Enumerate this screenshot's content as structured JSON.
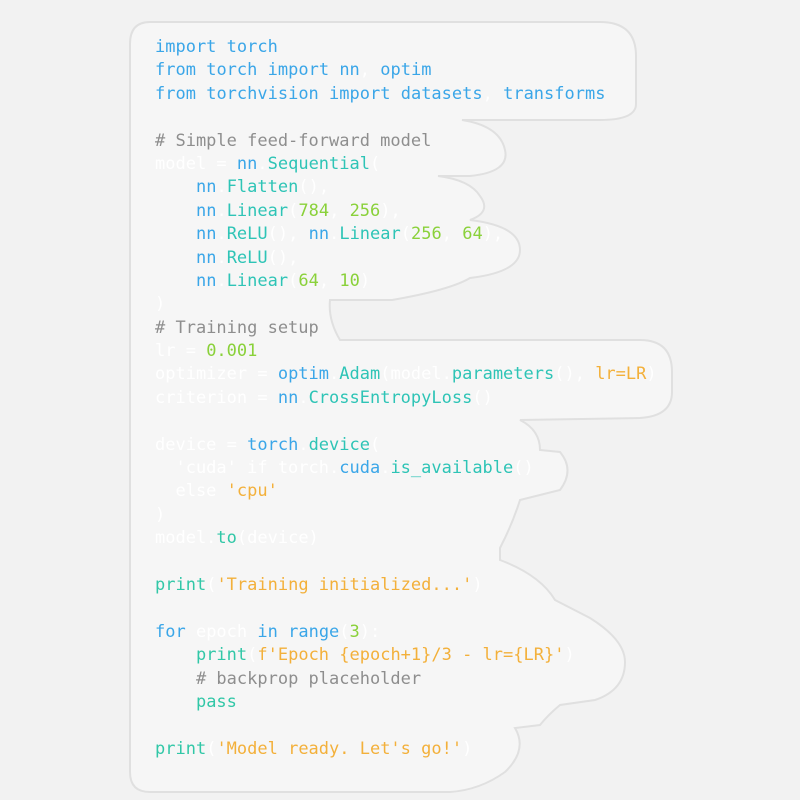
{
  "colors": {
    "background": "#f2f2f2",
    "sticker": "#f6f6f6",
    "sticker_outline": "#e2e2e2",
    "blue": "#3aa6e8",
    "cyan": "#2ec4b6",
    "teal": "#31c7a7",
    "green": "#8ad13a",
    "orange": "#f3b03a",
    "gray": "#8e8e8e",
    "white": "#ffffff"
  },
  "code_lines": [
    [
      {
        "t": "import",
        "c": "blue"
      },
      {
        "t": " ",
        "c": "white"
      },
      {
        "t": "torch",
        "c": "blue"
      }
    ],
    [
      {
        "t": "from",
        "c": "blue"
      },
      {
        "t": " ",
        "c": "white"
      },
      {
        "t": "torch",
        "c": "blue"
      },
      {
        "t": " ",
        "c": "white"
      },
      {
        "t": "import",
        "c": "blue"
      },
      {
        "t": " ",
        "c": "white"
      },
      {
        "t": "nn",
        "c": "blue"
      },
      {
        "t": ", ",
        "c": "white"
      },
      {
        "t": "optim",
        "c": "blue"
      }
    ],
    [
      {
        "t": "from",
        "c": "blue"
      },
      {
        "t": " ",
        "c": "white"
      },
      {
        "t": "torchvision",
        "c": "blue"
      },
      {
        "t": " ",
        "c": "white"
      },
      {
        "t": "import",
        "c": "blue"
      },
      {
        "t": " ",
        "c": "white"
      },
      {
        "t": "datasets",
        "c": "blue"
      },
      {
        "t": ", ",
        "c": "white"
      },
      {
        "t": "transforms",
        "c": "blue"
      }
    ],
    [],
    [
      {
        "t": "# Simple feed-forward model",
        "c": "gray"
      }
    ],
    [
      {
        "t": "model = ",
        "c": "white"
      },
      {
        "t": "nn",
        "c": "blue"
      },
      {
        "t": ".",
        "c": "white"
      },
      {
        "t": "Sequential",
        "c": "cyan"
      },
      {
        "t": "(",
        "c": "white"
      }
    ],
    [
      {
        "t": "    ",
        "c": "white"
      },
      {
        "t": "nn",
        "c": "blue"
      },
      {
        "t": ".",
        "c": "white"
      },
      {
        "t": "Flatten",
        "c": "cyan"
      },
      {
        "t": "(),",
        "c": "white"
      }
    ],
    [
      {
        "t": "    ",
        "c": "white"
      },
      {
        "t": "nn",
        "c": "blue"
      },
      {
        "t": ".",
        "c": "white"
      },
      {
        "t": "Linear",
        "c": "cyan"
      },
      {
        "t": "(",
        "c": "white"
      },
      {
        "t": "784",
        "c": "green"
      },
      {
        "t": ", ",
        "c": "white"
      },
      {
        "t": "256",
        "c": "green"
      },
      {
        "t": "),",
        "c": "white"
      }
    ],
    [
      {
        "t": "    ",
        "c": "white"
      },
      {
        "t": "nn",
        "c": "blue"
      },
      {
        "t": ".",
        "c": "white"
      },
      {
        "t": "ReLU",
        "c": "cyan"
      },
      {
        "t": "(), ",
        "c": "white"
      },
      {
        "t": "nn",
        "c": "blue"
      },
      {
        "t": ".",
        "c": "white"
      },
      {
        "t": "Linear",
        "c": "cyan"
      },
      {
        "t": "(",
        "c": "white"
      },
      {
        "t": "256",
        "c": "green"
      },
      {
        "t": ", ",
        "c": "white"
      },
      {
        "t": "64",
        "c": "green"
      },
      {
        "t": "),",
        "c": "white"
      }
    ],
    [
      {
        "t": "    ",
        "c": "white"
      },
      {
        "t": "nn",
        "c": "blue"
      },
      {
        "t": ".",
        "c": "white"
      },
      {
        "t": "ReLU",
        "c": "cyan"
      },
      {
        "t": "(),",
        "c": "white"
      }
    ],
    [
      {
        "t": "    ",
        "c": "white"
      },
      {
        "t": "nn",
        "c": "blue"
      },
      {
        "t": ".",
        "c": "white"
      },
      {
        "t": "Linear",
        "c": "cyan"
      },
      {
        "t": "(",
        "c": "white"
      },
      {
        "t": "64",
        "c": "green"
      },
      {
        "t": ", ",
        "c": "white"
      },
      {
        "t": "10",
        "c": "green"
      },
      {
        "t": ")",
        "c": "white"
      }
    ],
    [
      {
        "t": ")",
        "c": "white"
      }
    ],
    [
      {
        "t": "# Training setup",
        "c": "gray"
      }
    ],
    [
      {
        "t": "lr = ",
        "c": "white"
      },
      {
        "t": "0.001",
        "c": "green"
      }
    ],
    [
      {
        "t": "optimizer = ",
        "c": "white"
      },
      {
        "t": "optim",
        "c": "blue"
      },
      {
        "t": ".",
        "c": "white"
      },
      {
        "t": "Adam",
        "c": "cyan"
      },
      {
        "t": "(model.",
        "c": "white"
      },
      {
        "t": "parameters",
        "c": "cyan"
      },
      {
        "t": "(), ",
        "c": "white"
      },
      {
        "t": "lr=LR",
        "c": "orange"
      },
      {
        "t": ")",
        "c": "white"
      }
    ],
    [
      {
        "t": "criterion = ",
        "c": "white"
      },
      {
        "t": "nn",
        "c": "blue"
      },
      {
        "t": ".",
        "c": "white"
      },
      {
        "t": "CrossEntropyLoss",
        "c": "cyan"
      },
      {
        "t": "()",
        "c": "white"
      }
    ],
    [],
    [
      {
        "t": "device = ",
        "c": "white"
      },
      {
        "t": "torch",
        "c": "blue"
      },
      {
        "t": ".",
        "c": "white"
      },
      {
        "t": "device",
        "c": "cyan"
      },
      {
        "t": "(",
        "c": "white"
      }
    ],
    [
      {
        "t": "  'cuda' if torch.",
        "c": "white"
      },
      {
        "t": "cuda",
        "c": "blue"
      },
      {
        "t": ".",
        "c": "white"
      },
      {
        "t": "is_available",
        "c": "cyan"
      },
      {
        "t": "()",
        "c": "white"
      }
    ],
    [
      {
        "t": "  else ",
        "c": "white"
      },
      {
        "t": "'cpu'",
        "c": "orange"
      }
    ],
    [
      {
        "t": ")",
        "c": "white"
      }
    ],
    [
      {
        "t": "model.",
        "c": "white"
      },
      {
        "t": "to",
        "c": "teal"
      },
      {
        "t": "(device)",
        "c": "white"
      }
    ],
    [],
    [
      {
        "t": "print",
        "c": "teal"
      },
      {
        "t": "(",
        "c": "white"
      },
      {
        "t": "'Training initialized...'",
        "c": "orange"
      },
      {
        "t": ")",
        "c": "white"
      }
    ],
    [],
    [
      {
        "t": "for",
        "c": "blue"
      },
      {
        "t": " epoch ",
        "c": "white"
      },
      {
        "t": "in",
        "c": "blue"
      },
      {
        "t": " ",
        "c": "white"
      },
      {
        "t": "range",
        "c": "blue"
      },
      {
        "t": "(",
        "c": "white"
      },
      {
        "t": "3",
        "c": "green"
      },
      {
        "t": "):",
        "c": "white"
      }
    ],
    [
      {
        "t": "    ",
        "c": "white"
      },
      {
        "t": "print",
        "c": "teal"
      },
      {
        "t": "(",
        "c": "white"
      },
      {
        "t": "f'Epoch {epoch+1}/3 - lr={LR}'",
        "c": "orange"
      },
      {
        "t": ")",
        "c": "white"
      }
    ],
    [
      {
        "t": "    ",
        "c": "white"
      },
      {
        "t": "# backprop placeholder",
        "c": "gray"
      }
    ],
    [
      {
        "t": "    ",
        "c": "white"
      },
      {
        "t": "pass",
        "c": "teal"
      }
    ],
    [],
    [
      {
        "t": "print",
        "c": "teal"
      },
      {
        "t": "(",
        "c": "white"
      },
      {
        "t": "'Model ready. Let's go!'",
        "c": "orange"
      },
      {
        "t": ")",
        "c": "white"
      }
    ]
  ]
}
